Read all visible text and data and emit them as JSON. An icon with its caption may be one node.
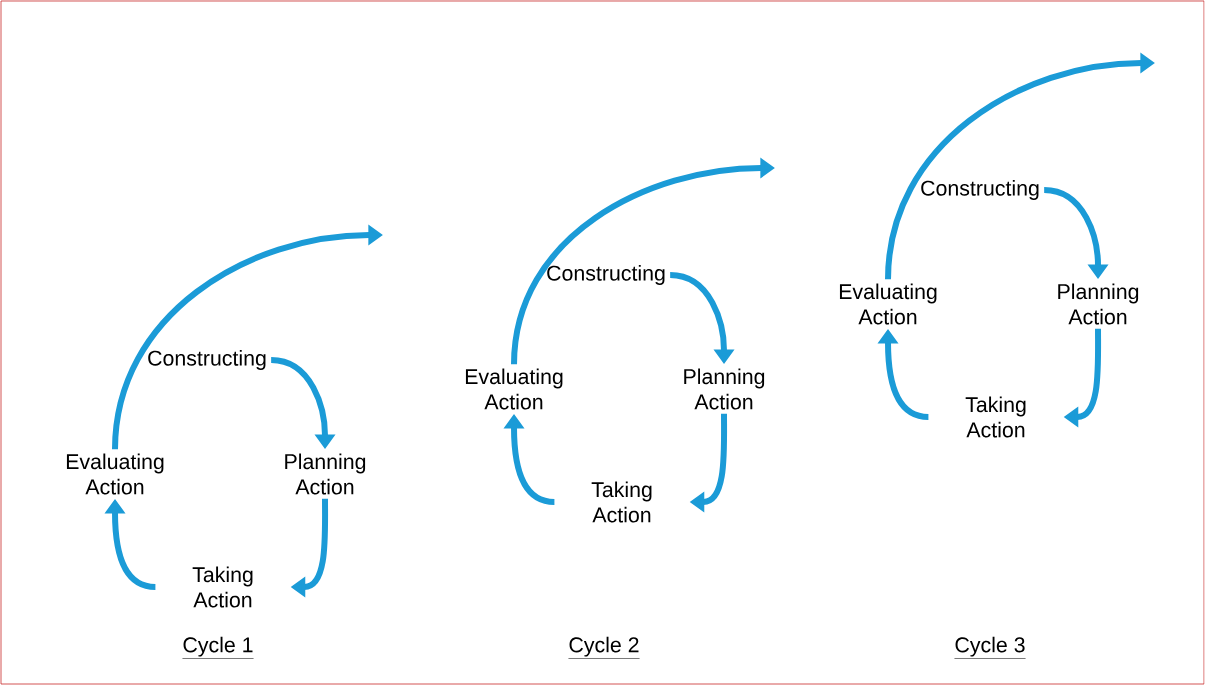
{
  "diagram": {
    "nodes": [
      {
        "text": [
          "Constructing"
        ]
      },
      {
        "text": [
          "Planning Action"
        ]
      },
      {
        "text": [
          "Taking Action"
        ]
      },
      {
        "text": [
          "Evaluating Action"
        ]
      },
      {
        "text": [
          "Constructing"
        ]
      },
      {
        "text": [
          "Planning Action"
        ]
      },
      {
        "text": [
          "Taking Action"
        ]
      },
      {
        "text": [
          "Evaluating Action"
        ]
      },
      {
        "text": [
          "Constructing"
        ]
      },
      {
        "text": [
          "Planning Action"
        ]
      },
      {
        "text": [
          "Taking Action"
        ]
      },
      {
        "text": [
          "Evaluating Action"
        ]
      }
    ],
    "edges": [
      {
        "from": 0,
        "to": 1,
        "arrow": "to"
      },
      {
        "from": 1,
        "to": 2,
        "arrow": "to"
      },
      {
        "from": 2,
        "to": 3,
        "arrow": "to"
      },
      {
        "from": 3,
        "to": null,
        "arrow": "to"
      },
      {
        "from": 4,
        "to": 5,
        "arrow": "to"
      },
      {
        "from": 5,
        "to": 6,
        "arrow": "to"
      },
      {
        "from": 6,
        "to": 7,
        "arrow": "to"
      },
      {
        "from": 7,
        "to": null,
        "arrow": "to"
      },
      {
        "from": 8,
        "to": 9,
        "arrow": "to"
      },
      {
        "from": 9,
        "to": 10,
        "arrow": "to"
      },
      {
        "from": 10,
        "to": 11,
        "arrow": "to"
      },
      {
        "from": 11,
        "to": null,
        "arrow": "to"
      }
    ],
    "labels": [
      "Cycle 1",
      "Cycle 2",
      "Cycle 3"
    ]
  }
}
